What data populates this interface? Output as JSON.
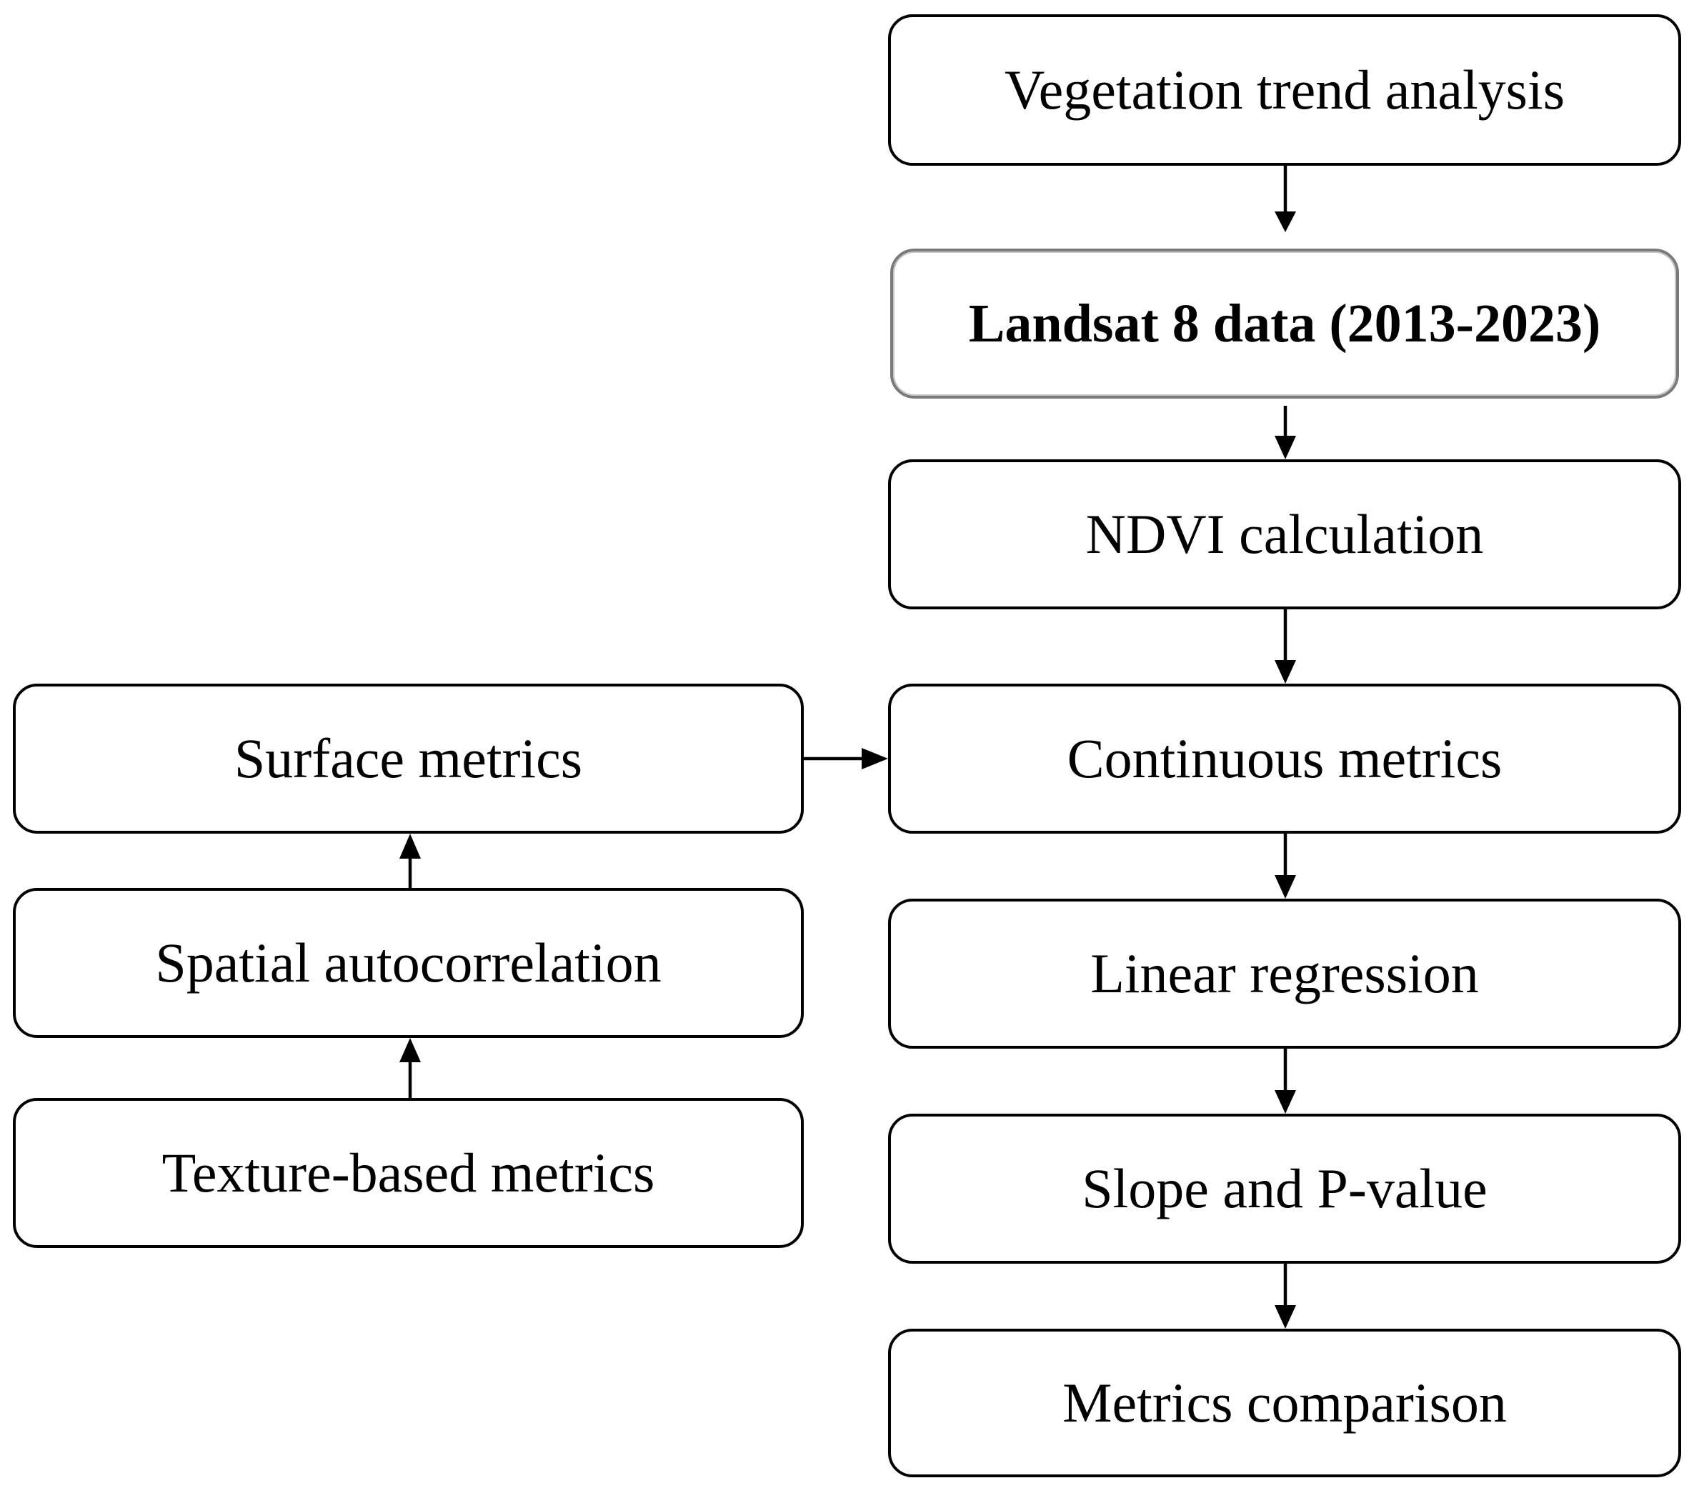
{
  "nodes": {
    "vegetation_trend": "Vegetation trend analysis",
    "landsat_data": "Landsat 8 data (2013-2023)",
    "ndvi": "NDVI calculation",
    "continuous_metrics": "Continuous metrics",
    "linear_regression": "Linear regression",
    "slope_pvalue": "Slope and P-value",
    "metrics_comparison": "Metrics comparison",
    "surface_metrics": "Surface metrics",
    "spatial_autocorrelation": "Spatial autocorrelation",
    "texture_metrics": "Texture-based metrics"
  },
  "edges": [
    {
      "from": "vegetation_trend",
      "to": "landsat_data"
    },
    {
      "from": "landsat_data",
      "to": "ndvi"
    },
    {
      "from": "ndvi",
      "to": "continuous_metrics"
    },
    {
      "from": "continuous_metrics",
      "to": "linear_regression"
    },
    {
      "from": "linear_regression",
      "to": "slope_pvalue"
    },
    {
      "from": "slope_pvalue",
      "to": "metrics_comparison"
    },
    {
      "from": "texture_metrics",
      "to": "spatial_autocorrelation"
    },
    {
      "from": "spatial_autocorrelation",
      "to": "surface_metrics"
    },
    {
      "from": "surface_metrics",
      "to": "continuous_metrics"
    }
  ],
  "colors": {
    "stroke": "#000000",
    "background": "#ffffff"
  }
}
